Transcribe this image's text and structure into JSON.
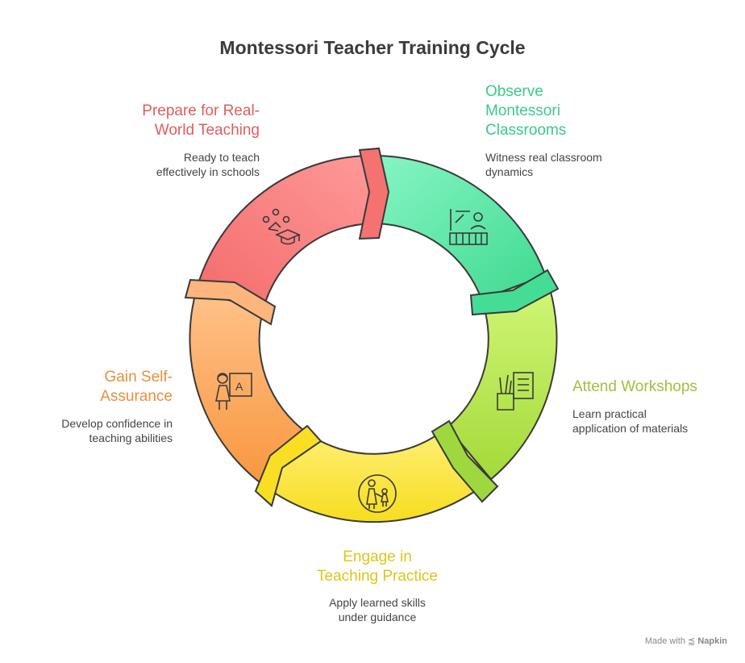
{
  "title": "Montessori Teacher Training Cycle",
  "stages": [
    {
      "title": "Observe\nMontessori\nClassrooms",
      "description": "Witness real classroom\ndynamics",
      "color": "#3cc98a",
      "icon": "classroom-icon"
    },
    {
      "title": "Attend Workshops",
      "description": "Learn practical\napplication of materials",
      "color": "#9cc23a",
      "icon": "workshop-materials-icon"
    },
    {
      "title": "Engage in\nTeaching Practice",
      "description": "Apply learned skills\nunder guidance",
      "color": "#e0c41a",
      "icon": "teacher-with-child-icon"
    },
    {
      "title": "Gain Self-\nAssurance",
      "description": "Develop confidence in\nteaching abilities",
      "color": "#e5923a",
      "icon": "teacher-at-board-icon"
    },
    {
      "title": "Prepare for Real-\nWorld Teaching",
      "description": "Ready to teach\neffectively in schools",
      "color": "#e25c5c",
      "icon": "graduation-cap-icon"
    }
  ],
  "credit": {
    "prefix": "Made with",
    "brand": "Napkin"
  }
}
